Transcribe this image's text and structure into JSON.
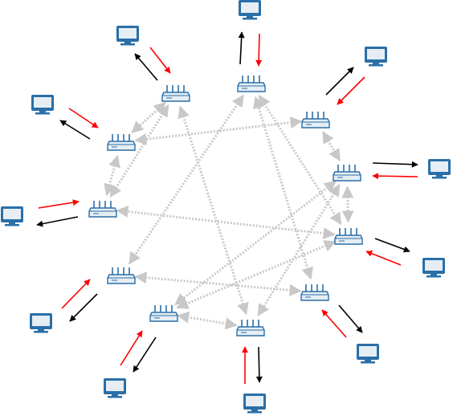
{
  "colors": {
    "background": "#ffffff",
    "mesh_link": "#c8c8c8",
    "uplink_arrow": "#000000",
    "downlink_arrow": "#ff0000",
    "device_stroke": "#2a6fa8",
    "device_fill": "#e6eef4"
  },
  "routers": [
    {
      "id": "r1",
      "icon": "router-icon"
    },
    {
      "id": "r2",
      "icon": "router-icon"
    },
    {
      "id": "r3",
      "icon": "router-icon"
    },
    {
      "id": "r4",
      "icon": "router-icon"
    },
    {
      "id": "r5",
      "icon": "router-icon"
    },
    {
      "id": "r6",
      "icon": "router-icon"
    },
    {
      "id": "r7",
      "icon": "router-icon"
    },
    {
      "id": "r8",
      "icon": "router-icon"
    },
    {
      "id": "r9",
      "icon": "router-icon"
    },
    {
      "id": "r10",
      "icon": "router-icon"
    },
    {
      "id": "r11",
      "icon": "router-icon"
    },
    {
      "id": "r12",
      "icon": "router-icon"
    }
  ],
  "computers": [
    {
      "id": "c1",
      "icon": "computer-icon",
      "router": "r1"
    },
    {
      "id": "c2",
      "icon": "computer-icon",
      "router": "r2"
    },
    {
      "id": "c3",
      "icon": "computer-icon",
      "router": "r3"
    },
    {
      "id": "c4",
      "icon": "computer-icon",
      "router": "r4"
    },
    {
      "id": "c5",
      "icon": "computer-icon",
      "router": "r5"
    },
    {
      "id": "c6",
      "icon": "computer-icon",
      "router": "r6"
    },
    {
      "id": "c7",
      "icon": "computer-icon",
      "router": "r7"
    },
    {
      "id": "c8",
      "icon": "computer-icon",
      "router": "r8"
    },
    {
      "id": "c9",
      "icon": "computer-icon",
      "router": "r9"
    },
    {
      "id": "c10",
      "icon": "computer-icon",
      "router": "r10"
    },
    {
      "id": "c11",
      "icon": "computer-icon",
      "router": "r11"
    },
    {
      "id": "c12",
      "icon": "computer-icon",
      "router": "r12"
    }
  ],
  "mesh_links": [
    [
      "r1",
      "r2"
    ],
    [
      "r1",
      "r11"
    ],
    [
      "r1",
      "r6"
    ],
    [
      "r2",
      "r3"
    ],
    [
      "r2",
      "r4"
    ],
    [
      "r2",
      "r9"
    ],
    [
      "r3",
      "r4"
    ],
    [
      "r3",
      "r8"
    ],
    [
      "r4",
      "r5"
    ],
    [
      "r5",
      "r6"
    ],
    [
      "r5",
      "r7"
    ],
    [
      "r6",
      "r7"
    ],
    [
      "r6",
      "r10"
    ],
    [
      "r7",
      "r8"
    ],
    [
      "r8",
      "r9"
    ],
    [
      "r9",
      "r10"
    ],
    [
      "r10",
      "r11"
    ],
    [
      "r10",
      "r12"
    ],
    [
      "r11",
      "r12"
    ],
    [
      "r12",
      "r1"
    ]
  ]
}
